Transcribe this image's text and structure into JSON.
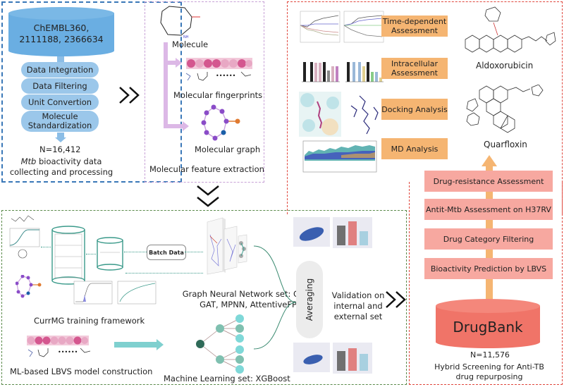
{
  "panel1": {
    "db_label": "ChEMBL360, 2111188, 2366634",
    "steps": [
      "Data Integration",
      "Data Filtering",
      "Unit Convertion",
      "Molecule Standardization"
    ],
    "count": "N=16,412",
    "caption_italic": "Mtb",
    "caption_rest": " bioactivity data collecting and processing"
  },
  "panel2": {
    "molecule": "Molecule",
    "fingerprints": "Molecular fingerprints",
    "graph": "Molecular graph",
    "caption": "Molecular feature extraction"
  },
  "panel3": {
    "assessments": [
      "Time-dependent Assessment",
      "Intracellular Assessment",
      "Docking Analysis",
      "MD Analysis"
    ],
    "drug1": "Aldoxorubicin",
    "drug2": "Quarfloxin",
    "screening_steps": [
      "Drug-resistance Assessment",
      "Antit-Mtb Assessment on H37RV",
      "Drug Category Filtering",
      "Bioactivity Prediction by LBVS"
    ],
    "db_label": "DrugBank",
    "count": "N=11,576",
    "caption": "Hybrid Screening for Anti-TB drug repurposing"
  },
  "panel4": {
    "batch": "Batch Data",
    "currmg": "CurrMG training framework",
    "gnn": "Graph Neural Network set: GCN, GAT, MPNN, AttentiveFP",
    "ml_lbvs": "ML-based LBVS model construction",
    "ml_set": "Machine Learning set: XGBoost",
    "averaging": "Averaging",
    "validation": "Validation on internal and external set"
  },
  "colors": {
    "blue": "#3a78b8",
    "light_blue": "#9bc7ea",
    "purple": "#c7a0d6",
    "red": "#e0463c",
    "orange": "#f5b572",
    "pink": "#f7a8a0",
    "salmon": "#f07468",
    "green": "#5a8a4a",
    "teal": "#7fd0cf"
  }
}
